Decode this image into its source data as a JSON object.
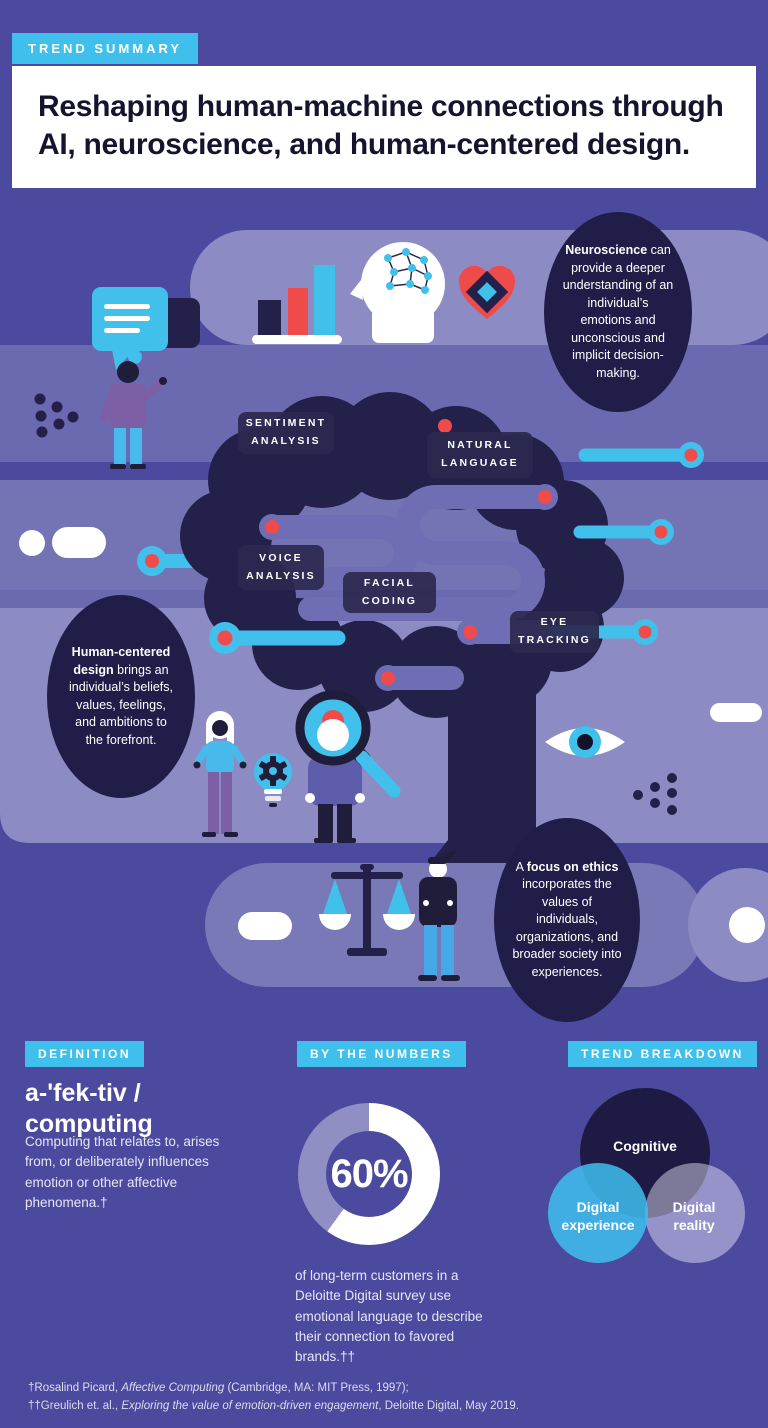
{
  "header": {
    "tag": "TREND SUMMARY",
    "title_line1": "Reshaping human-machine connections through",
    "title_line2": "AI, neuroscience, and human-centered design."
  },
  "labels": {
    "sentiment": "SENTIMENT\nANALYSIS",
    "natural": "NATURAL\nLANGUAGE",
    "voice": "VOICE\nANALYSIS",
    "facial": "FACIAL\nCODING",
    "eye": "EYE\nTRACKING"
  },
  "bubbles": {
    "neuroscience": {
      "pre": "",
      "bold": "Neuroscience",
      "post": " can provide a deeper understanding of an individual’s emotions and unconscious and implicit decision-making."
    },
    "hcd": {
      "pre": "",
      "bold": "Human-centered design",
      "post": " brings an individual’s beliefs, values, feelings, and ambitions to the forefront."
    },
    "ethics": {
      "pre": "A ",
      "bold": "focus on ethics",
      "post": " incorporates the values of individuals, organizations, and broader society into experiences."
    }
  },
  "definition": {
    "tab": "DEFINITION",
    "term": "a-'fek-tiv /\ncomputing",
    "body": "Computing that relates to, arises from, or deliberately influences emotion or other affective phenomena.†"
  },
  "numbers": {
    "tab": "BY THE NUMBERS",
    "stat": "60%",
    "percent": 60,
    "body": "of long-term customers in a Deloitte Digital survey use emotional language to describe their connection to favored brands.††"
  },
  "breakdown": {
    "tab": "TREND BREAKDOWN",
    "cognitive": "Cognitive",
    "experience": "Digital\nexperience",
    "reality": "Digital\nreality"
  },
  "footnotes": {
    "line1": {
      "pre": "†Rosalind Picard, ",
      "italic": "Affective Computing",
      "post": " (Cambridge, MA: MIT Press, 1997);"
    },
    "line2": {
      "pre": "††Greulich et. al., ",
      "italic": "Exploring the value of emotion-driven engagement",
      "post": ", Deloitte Digital, May 2019."
    }
  },
  "chart_data": [
    {
      "type": "pie",
      "title": "BY THE NUMBERS",
      "labels": [
        "highlighted share",
        "remainder"
      ],
      "values": [
        60,
        40
      ],
      "annotation": "60%",
      "note": "of long-term customers in a Deloitte Digital survey use emotional language to describe their connection to favored brands."
    },
    {
      "type": "venn",
      "title": "TREND BREAKDOWN",
      "sets": [
        "Cognitive",
        "Digital experience",
        "Digital reality"
      ]
    }
  ],
  "colors": {
    "background_purple": "#4b4a9f",
    "band_medium": "#6b69af",
    "band_light": "#8d8bc3",
    "band_mid": "#7473b4",
    "navy": "#1f1d3a",
    "bubble_navy": "#201d49",
    "accent_cyan": "#3fc0ec",
    "accent_red": "#ef4b4b",
    "white": "#ffffff"
  }
}
